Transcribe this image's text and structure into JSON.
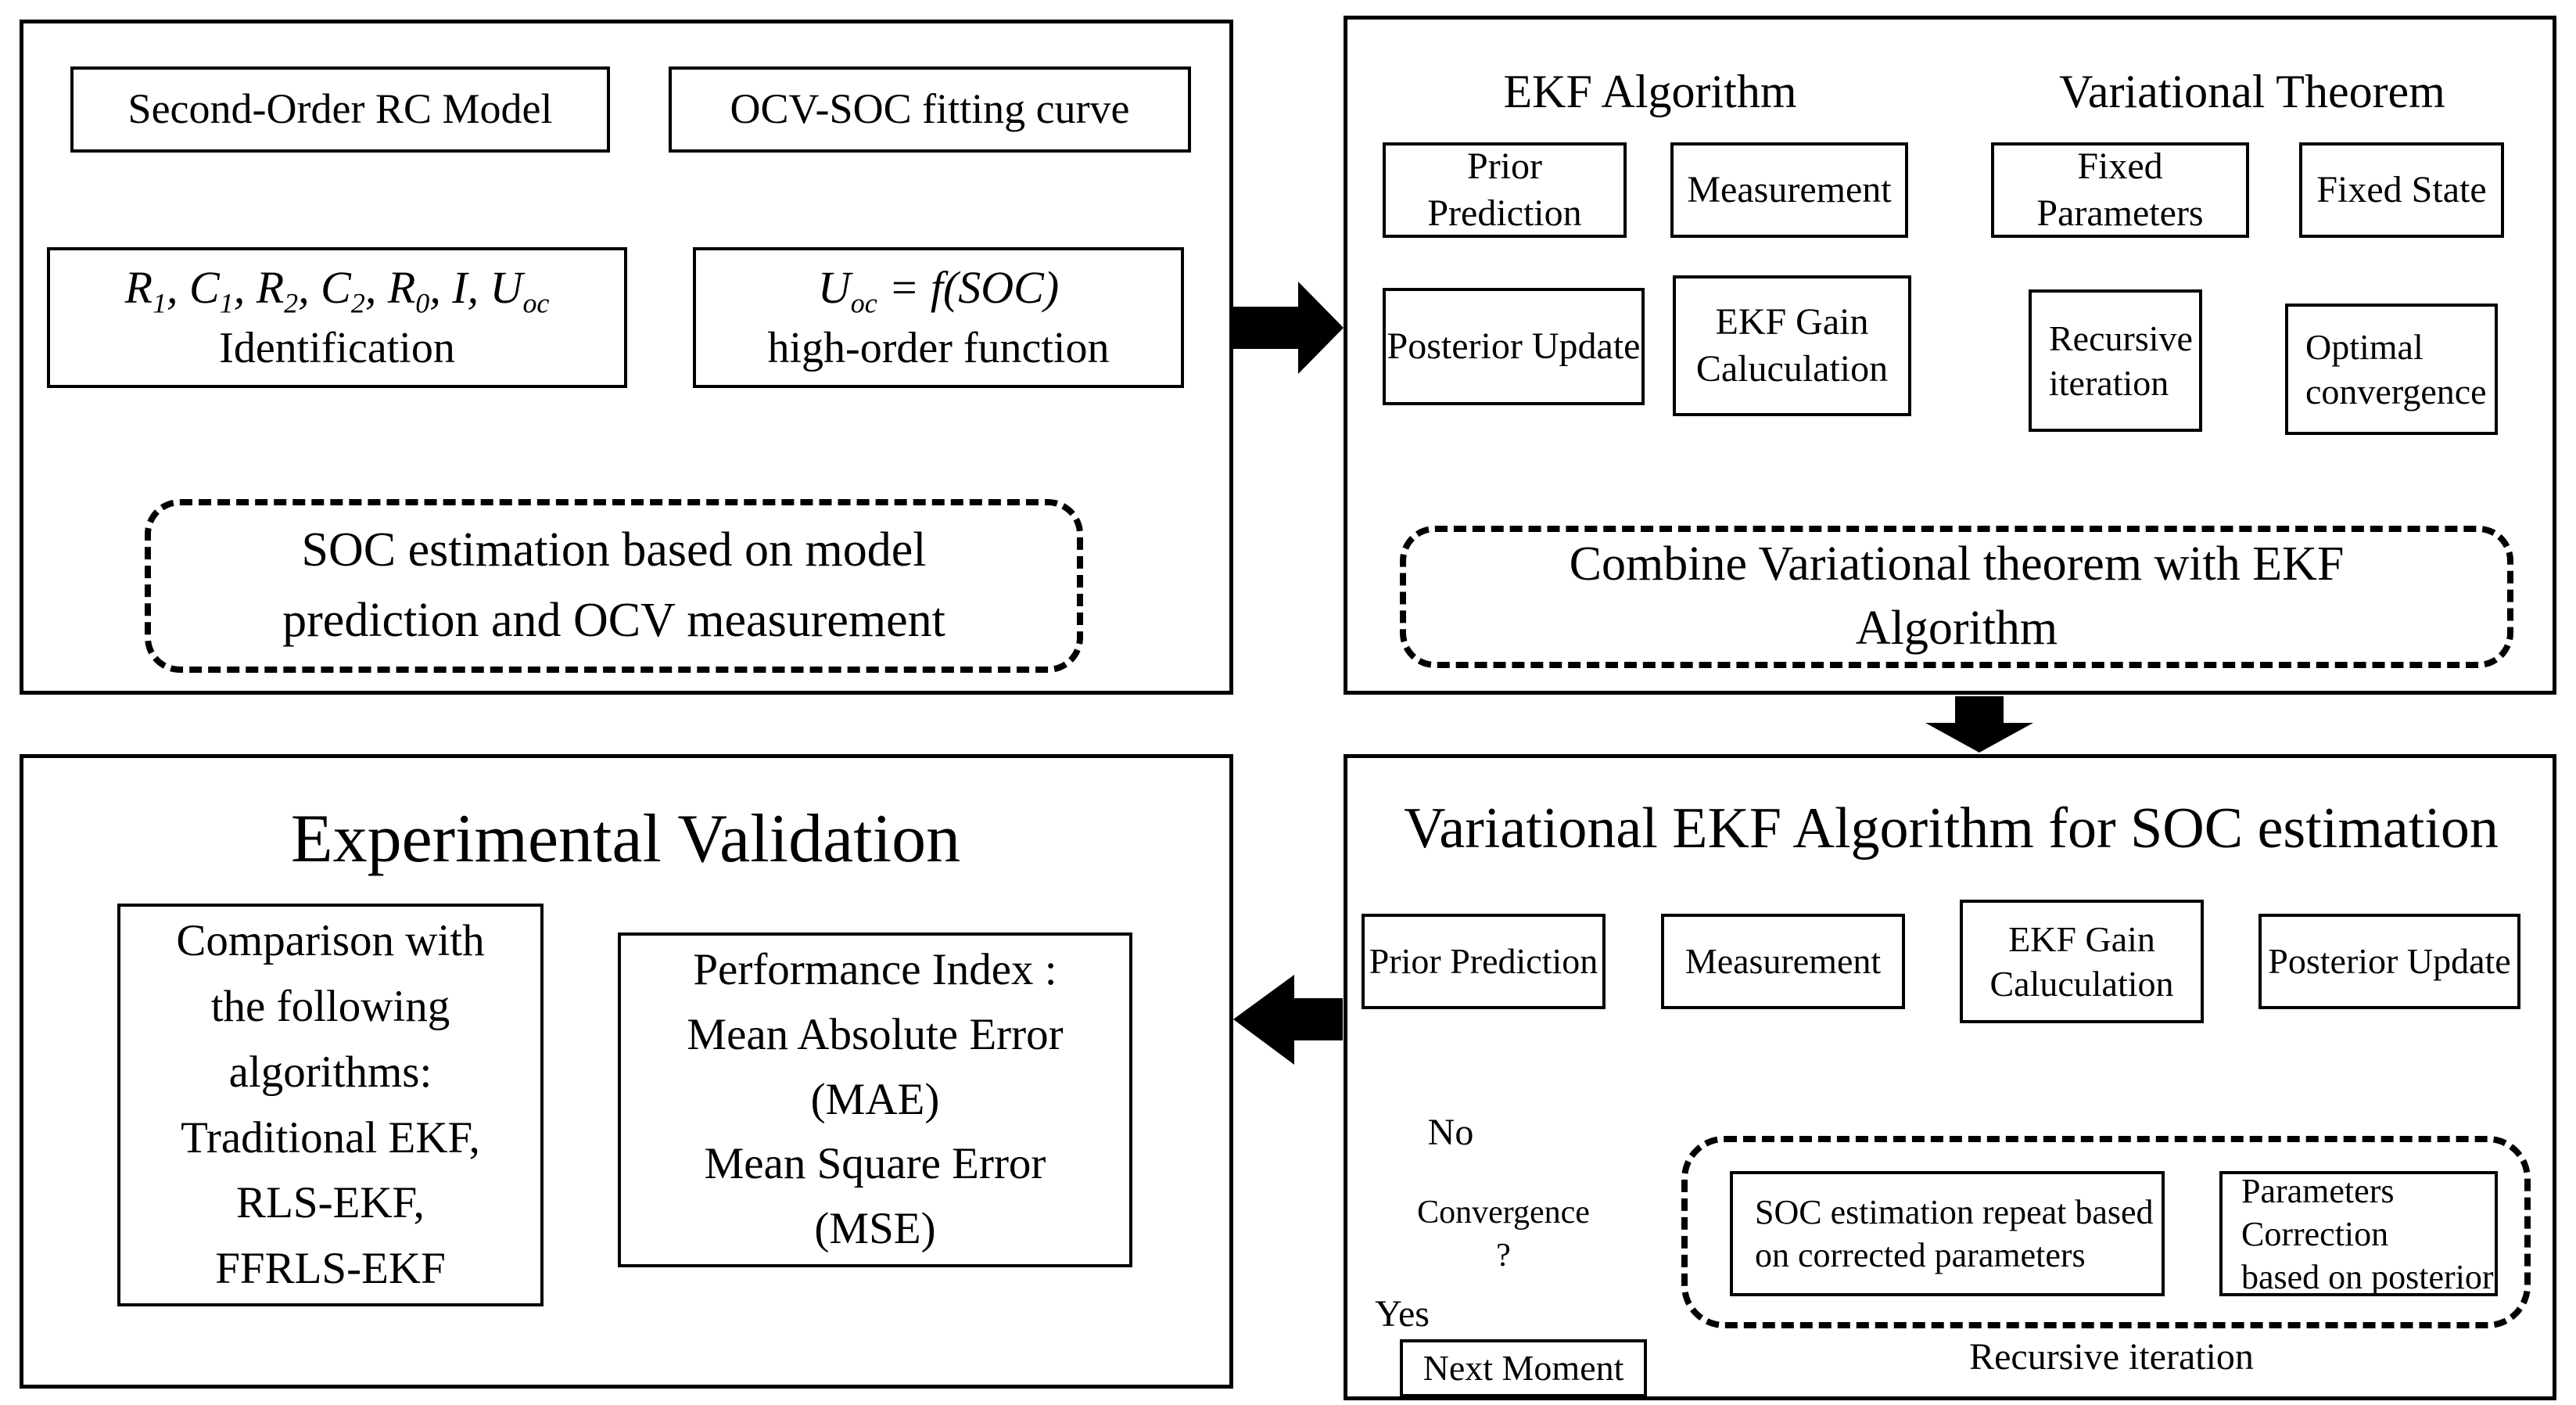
{
  "colors": {
    "ink": "#000000",
    "paper": "#ffffff"
  },
  "panels": {
    "top_left": {
      "box_rc": "Second-Order RC Model",
      "box_ocv": "OCV-SOC fitting curve",
      "box_ident": {
        "parts": [
          {
            "b": "R",
            "s": "1"
          },
          {
            "b": ", C",
            "s": "1"
          },
          {
            "b": ", R",
            "s": "2"
          },
          {
            "b": ", C",
            "s": "2"
          },
          {
            "b": ", R",
            "s": "0"
          },
          {
            "b": ", I, U",
            "s": "oc"
          }
        ],
        "line2": "Identification"
      },
      "box_func": {
        "u": "U",
        "u_sub": "oc",
        "rest": " = f(SOC)",
        "line2": "high-order function"
      },
      "box_soc": {
        "line1": "SOC estimation based on model",
        "line2": "prediction and OCV measurement"
      }
    },
    "top_right": {
      "header_ekf": "EKF Algorithm",
      "header_var": "Variational Theorem",
      "box_prior": "Prior Prediction",
      "box_meas": "Measurement",
      "box_fixed_params": "Fixed Parameters",
      "box_fixed_state": "Fixed State",
      "box_gain": {
        "line1": "EKF Gain",
        "line2": "Caluculation"
      },
      "box_post": "Posterior Update",
      "box_recursive": {
        "line1": "Recursive",
        "line2": "iteration"
      },
      "box_optimal": {
        "line1": "Optimal",
        "line2": "convergence"
      },
      "box_combine": {
        "line1": "Combine Variational theorem with EKF",
        "line2": "Algorithm"
      }
    },
    "bottom_left": {
      "title": "Experimental Validation",
      "box_comparison": {
        "lines": [
          "Comparison with",
          "the following",
          "algorithms:",
          "Traditional EKF,",
          "RLS-EKF,",
          "FFRLS-EKF"
        ]
      },
      "box_performance": {
        "lines": [
          "Performance Index :",
          "Mean Absolute Error",
          "(MAE)",
          "Mean Square Error",
          "(MSE)"
        ]
      }
    },
    "bottom_right": {
      "title": "Variational EKF Algorithm for SOC estimation",
      "box_prior": "Prior Prediction",
      "box_meas": "Measurement",
      "box_gain": {
        "line1": "EKF Gain",
        "line2": "Caluculation"
      },
      "box_post": "Posterior Update",
      "label_no": "No",
      "label_yes": "Yes",
      "diamond": {
        "line1": "Convergence",
        "line2": "?"
      },
      "box_repeat": {
        "line1": "SOC estimation repeat based",
        "line2": "on corrected parameters"
      },
      "box_correction": {
        "line1": "Parameters Correction",
        "line2": "based on posterior"
      },
      "label_recursive": "Recursive iteration",
      "box_next": "Next Moment"
    }
  }
}
